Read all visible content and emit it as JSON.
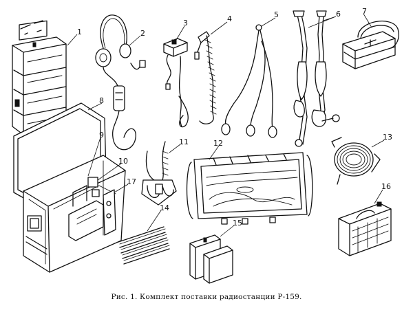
{
  "caption": "Рис. 1. Комплект поставки радиостанции Р-159.",
  "callouts": {
    "n1": "1",
    "n2": "2",
    "n3": "3",
    "n4": "4",
    "n5": "5",
    "n6": "6",
    "n7": "7",
    "n8": "8",
    "n9": "9",
    "n10": "10",
    "n11": "11",
    "n12": "12",
    "n13": "13",
    "n14": "14",
    "n15": "15",
    "n16": "16",
    "n17": "17"
  }
}
